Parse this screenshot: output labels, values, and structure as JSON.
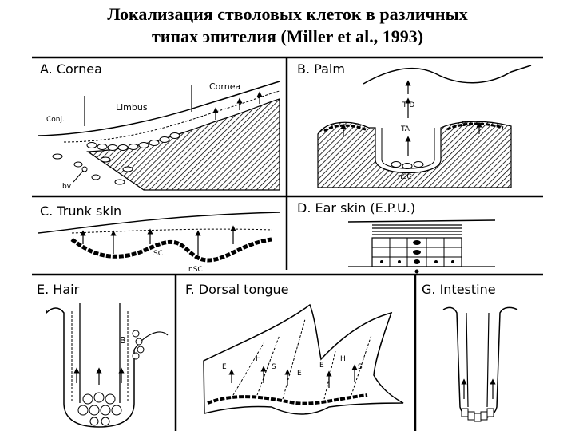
{
  "title": {
    "line1": "Локализация стволовых клеток в различных",
    "line2": "типах эпителия (Miller et al., 1993)"
  },
  "panels": {
    "a": {
      "label": "A. Cornea",
      "regions": [
        "Conj.",
        "Limbus",
        "Cornea"
      ],
      "marker": "bv"
    },
    "b": {
      "label": "B. Palm",
      "marks": [
        "T D",
        "TA",
        "SC",
        "nSC"
      ]
    },
    "c": {
      "label": "C. Trunk skin",
      "marks": [
        "SC",
        "nSC"
      ]
    },
    "d": {
      "label": "D. Ear skin (E.P.U.)"
    },
    "e": {
      "label": "E. Hair",
      "marks": [
        "B"
      ]
    },
    "f": {
      "label": "F. Dorsal tongue",
      "marks": [
        "E",
        "H",
        "S",
        "E",
        "E",
        "H",
        "S"
      ]
    },
    "g": {
      "label": "G. Intestine"
    }
  }
}
